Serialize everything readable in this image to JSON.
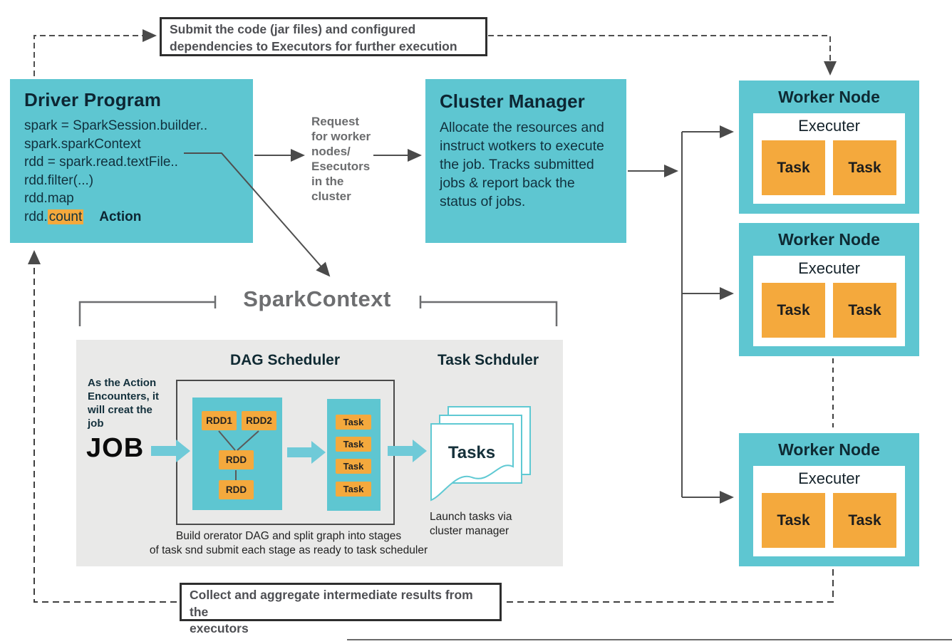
{
  "notes": {
    "top": "Submit the code (jar files) and configured\ndependencies to Executors for further execution",
    "bottom": "Collect and aggregate intermediate results from the\nexecutors"
  },
  "driver_program": {
    "title": "Driver Program",
    "code_lines": [
      "spark = SparkSession.builder..",
      "spark.sparkContext",
      "rdd = spark.read.textFile..",
      "rdd.filter(...)",
      "rdd.map"
    ],
    "count_prefix": "rdd.",
    "count_highlight": "count",
    "action_label": "Action"
  },
  "request_label": "Request\nfor worker\nnodes/\nEsecutors\nin the\ncluster",
  "cluster_manager": {
    "title": "Cluster Manager",
    "body": "Allocate the resources and instruct wotkers to execute the job. Tracks submitted jobs & report back the status of jobs."
  },
  "worker_nodes": [
    {
      "title": "Worker Node",
      "executor_label": "Executer",
      "tasks": [
        "Task",
        "Task"
      ]
    },
    {
      "title": "Worker Node",
      "executor_label": "Executer",
      "tasks": [
        "Task",
        "Task"
      ]
    },
    {
      "title": "Worker Node",
      "executor_label": "Executer",
      "tasks": [
        "Task",
        "Task"
      ]
    }
  ],
  "spark_context": {
    "title": "SparkContext",
    "dag_scheduler": {
      "title": "DAG Scheduler",
      "note": "As the Action\nEncounters, it\nwill creat the\njob",
      "job_label": "JOB",
      "rdd_top": [
        "RDD1",
        "RDD2"
      ],
      "rdd_mid": "RDD",
      "rdd_bottom": "RDD",
      "stage_tasks": [
        "Task",
        "Task",
        "Task",
        "Task"
      ],
      "caption": "Build orerator DAG and split graph into stages\nof task snd submit each stage as ready to task scheduler"
    },
    "task_scheduler": {
      "title": "Task Schduler",
      "paper_label": "Tasks",
      "caption": "Launch tasks via\ncluster manager"
    }
  },
  "colors": {
    "teal": "#5EC6D1",
    "teal_arrow": "#6FCAD8",
    "orange": "#F4A93D",
    "panel_gray": "#E9E9E8",
    "note_text": "#4E4F53",
    "dark_text": "#0D2633",
    "gray_text": "#6B6C6E",
    "line_gray": "#4A4A4A"
  }
}
